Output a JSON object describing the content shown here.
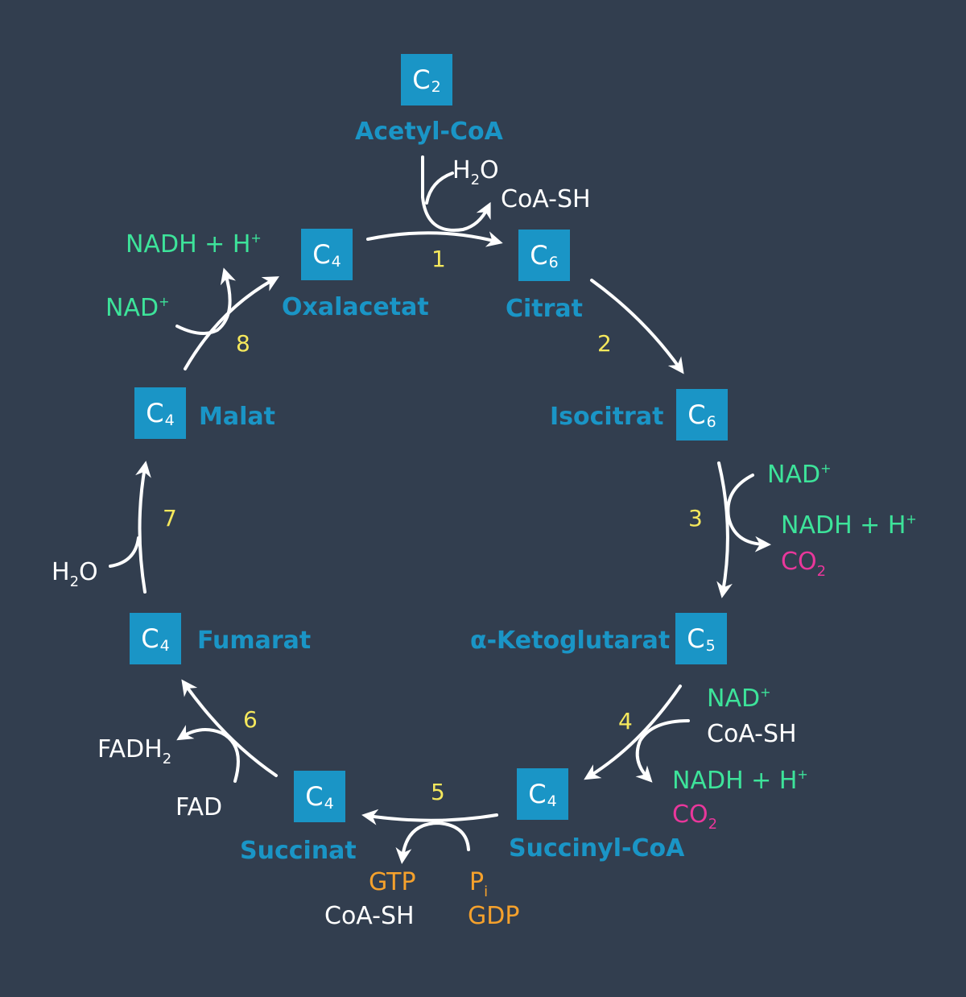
{
  "colors": {
    "background": "#323e4f",
    "box": "#1a95c6",
    "compound_label": "#1a95c6",
    "step_number": "#f5e85c",
    "nad": "#3de39a",
    "co2": "#e9379b",
    "gtp_gdp": "#f5a12c",
    "arrow": "#ffffff"
  },
  "compounds": {
    "acetyl_coa": {
      "name": "Acetyl-CoA",
      "carbon": "C",
      "count": "2"
    },
    "citrat": {
      "name": "Citrat",
      "carbon": "C",
      "count": "6"
    },
    "isocitrat": {
      "name": "Isocitrat",
      "carbon": "C",
      "count": "6"
    },
    "ketoglutarat": {
      "name": "α-Ketoglutarat",
      "carbon": "C",
      "count": "5"
    },
    "succinyl_coa": {
      "name": "Succinyl-CoA",
      "carbon": "C",
      "count": "4"
    },
    "succinat": {
      "name": "Succinat",
      "carbon": "C",
      "count": "4"
    },
    "fumarat": {
      "name": "Fumarat",
      "carbon": "C",
      "count": "4"
    },
    "malat": {
      "name": "Malat",
      "carbon": "C",
      "count": "4"
    },
    "oxalacetat": {
      "name": "Oxalacetat",
      "carbon": "C",
      "count": "4"
    }
  },
  "steps": [
    "1",
    "2",
    "3",
    "4",
    "5",
    "6",
    "7",
    "8"
  ],
  "side": {
    "s1_h2o": {
      "main": "H",
      "sub": "2",
      "tail": "O"
    },
    "s1_coash": "CoA-SH",
    "s3_nad": {
      "main": "NAD",
      "sup": "+"
    },
    "s3_nadh": {
      "main": "NADH + H",
      "sup": "+"
    },
    "s3_co2": {
      "main": "CO",
      "sub": "2"
    },
    "s4_nad": {
      "main": "NAD",
      "sup": "+"
    },
    "s4_coash": "CoA-SH",
    "s4_nadh": {
      "main": "NADH + H",
      "sup": "+"
    },
    "s4_co2": {
      "main": "CO",
      "sub": "2"
    },
    "s5_gtp": "GTP",
    "s5_coash": "CoA-SH",
    "s5_pi": {
      "main": "P",
      "sub": "i"
    },
    "s5_gdp": "GDP",
    "s6_fadh2": {
      "main": "FADH",
      "sub": "2"
    },
    "s6_fad": "FAD",
    "s7_h2o": {
      "main": "H",
      "sub": "2",
      "tail": "O"
    },
    "s8_nad": {
      "main": "NAD",
      "sup": "+"
    },
    "s8_nadh": {
      "main": "NADH + H",
      "sup": "+"
    }
  }
}
